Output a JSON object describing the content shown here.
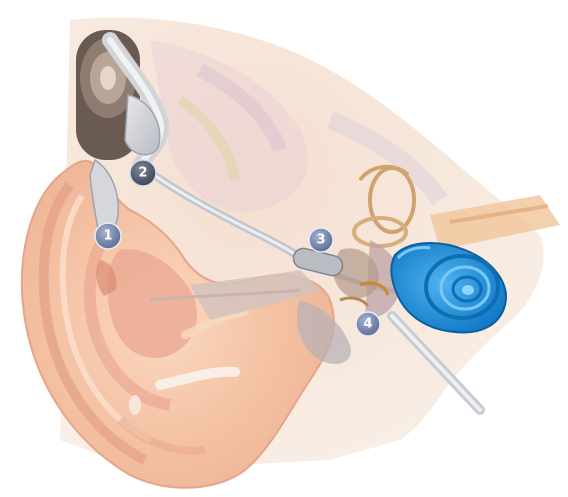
{
  "diagram": {
    "markers": [
      {
        "label": "1"
      },
      {
        "label": "2"
      },
      {
        "label": "3"
      },
      {
        "label": "4"
      }
    ]
  },
  "colors": {
    "skin": "#f6c7a8",
    "skin_shadow": "#e8a88f",
    "skin_deep": "#d9917c",
    "canal": "#d8c9c1",
    "bone": "#eedfc3",
    "cochlea": "#1c8fdc",
    "cochlea_dark": "#0f6db1",
    "device": "#c9cbd0",
    "device_dark": "#8e939c",
    "marker_fill": "#7b8fb6",
    "marker_dark": "#4a5670"
  },
  "icons": [
    "cochlea-icon",
    "implant-coil-icon",
    "electrode-lead-icon"
  ]
}
